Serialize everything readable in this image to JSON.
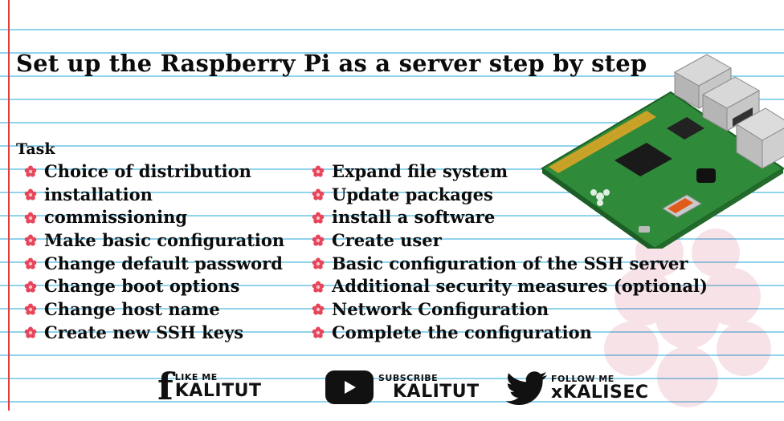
{
  "title": "Set up the Raspberry Pi as a server step by step",
  "task_label": "Task",
  "left_items": [
    "Choice of distribution",
    "installation",
    "commissioning",
    "Make basic configuration",
    "Change default password",
    "Change boot options",
    "Change host name",
    "Create new SSH keys"
  ],
  "right_items": [
    "Expand file system",
    "Update packages",
    "install a software",
    "Create user",
    "Basic configuration of the SSH server",
    "Additional security measures (optional)",
    "Network Configuration",
    "Complete the configuration"
  ],
  "social": {
    "facebook": {
      "small": "LIKE ME",
      "big": "KALITUT",
      "icon": "facebook-f-icon"
    },
    "youtube": {
      "small": "SUBSCRIBE",
      "big": "KALITUT",
      "icon": "youtube-play-icon"
    },
    "twitter": {
      "small": "FOLLOW ME",
      "big": "xKALISEC",
      "icon": "twitter-bird-icon"
    }
  },
  "colors": {
    "rule_line": "#8fd3ec",
    "margin_line": "#e23b3b",
    "bullet": "#e6455a",
    "text": "#0b0b0b",
    "board_green": "#2f8a3a"
  }
}
